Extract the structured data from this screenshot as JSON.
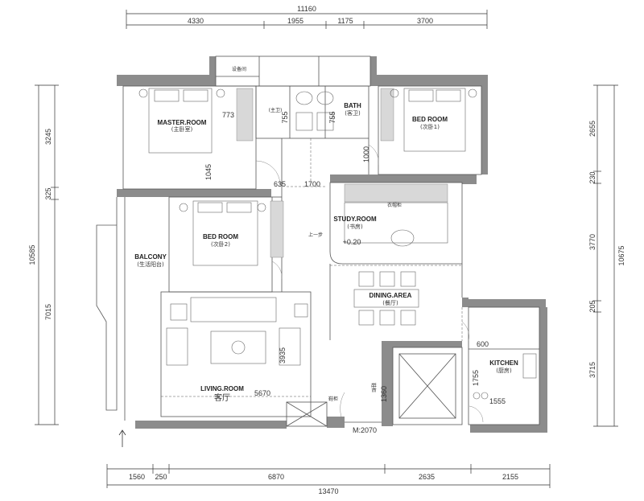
{
  "dimensions": {
    "top_total": "11160",
    "top_segments": [
      "4330",
      "1955",
      "1175",
      "3700"
    ],
    "bottom_total": "13470",
    "bottom_segments": [
      "1560",
      "250",
      "6870",
      "2635",
      "2155"
    ],
    "left_total": "10585",
    "left_segments": [
      "3245",
      "325",
      "7015"
    ],
    "right_total": "10675",
    "right_segments": [
      "2655",
      "230",
      "3770",
      "205",
      "3715"
    ],
    "interior": {
      "d773": "773",
      "d1045": "1045",
      "d635": "635",
      "d1700": "1700",
      "d755a": "755",
      "d755b": "755",
      "d1000": "1000",
      "d3935": "3935",
      "d5670": "5670",
      "d600": "600",
      "d1755": "1755",
      "d1555": "1555",
      "d1360": "1360",
      "d2070": "M:2070"
    }
  },
  "rooms": {
    "master": {
      "en": "MASTER.ROOM",
      "zh": "(主卧室)"
    },
    "bath": {
      "en": "BATH",
      "zh": "(客卫)"
    },
    "master_bath": {
      "zh": "(主卫)"
    },
    "bedroom1": {
      "en": "BED ROOM",
      "zh": "(次卧1)"
    },
    "study": {
      "en": "STUDY.ROOM",
      "zh": "(书房)"
    },
    "bedroom2": {
      "en": "BED ROOM",
      "zh": "(次卧2)"
    },
    "balcony": {
      "en": "BALCONY",
      "zh": "(生活阳台)"
    },
    "dining": {
      "en": "DINING.AREA",
      "zh": "(餐厅)"
    },
    "living": {
      "en": "LIVING.ROOM",
      "zh": "客厅"
    },
    "kitchen": {
      "en": "KITCHEN",
      "zh": "(厨房)"
    }
  },
  "annotations": {
    "equipment": "设备间",
    "wardrobe": "衣帽柜",
    "step_up": "上一步",
    "level": "+0.20",
    "shoe_cabinet": "鞋柜",
    "shoe_cabinet2": "鞋柜"
  },
  "colors": {
    "wall": "#8c8c8c",
    "line": "#555555",
    "dim_line": "#333333"
  }
}
